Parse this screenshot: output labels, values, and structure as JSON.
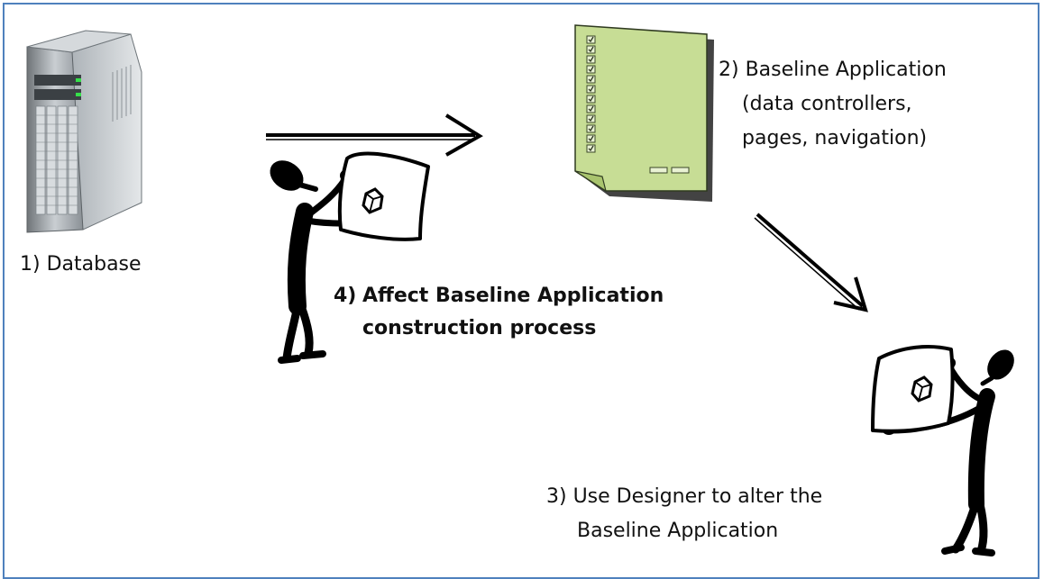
{
  "labels": {
    "database": "1) Database",
    "baseline_line1": "2) Baseline Application",
    "baseline_line2": "(data controllers,",
    "baseline_line3": "pages, navigation)",
    "designer_line1": "3) Use Designer to alter the",
    "designer_line2": "Baseline Application",
    "affect_num": "4)",
    "affect_line1": "Affect Baseline Application",
    "affect_line2": "construction process"
  },
  "icons": {
    "server": "server-icon",
    "document": "document-icon",
    "figure_left": "stick-figure-holding-paper-icon",
    "figure_right": "stick-figure-holding-paper-icon"
  },
  "colors": {
    "frame": "#4f81bd",
    "document_fill": "#c7dd95",
    "document_fold": "#a9c46e",
    "figure": "#000000"
  }
}
